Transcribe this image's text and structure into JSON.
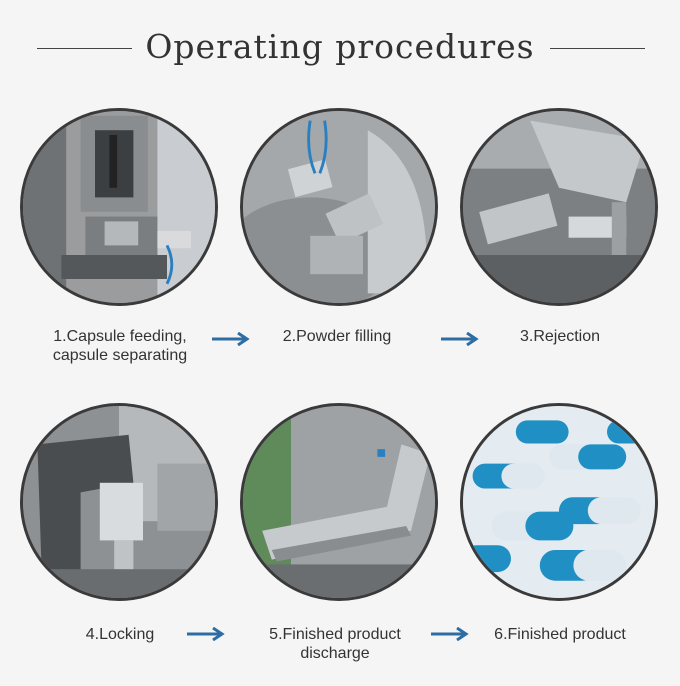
{
  "title": "Operating procedures",
  "steps": [
    {
      "label_line1": "1.Capsule feeding,",
      "label_line2": "capsule separating"
    },
    {
      "label_line1": "2.Powder filling",
      "label_line2": ""
    },
    {
      "label_line1": "3.Rejection",
      "label_line2": ""
    },
    {
      "label_line1": "4.Locking",
      "label_line2": ""
    },
    {
      "label_line1": "5.Finished product",
      "label_line2": "discharge"
    },
    {
      "label_line1": "6.Finished product",
      "label_line2": ""
    }
  ],
  "colors": {
    "arrow": "#2e6da4",
    "capsule_blue": "#1f8fc4",
    "capsule_white": "#dfe8ef"
  },
  "icons": {
    "arrow": "arrow-right-icon"
  }
}
